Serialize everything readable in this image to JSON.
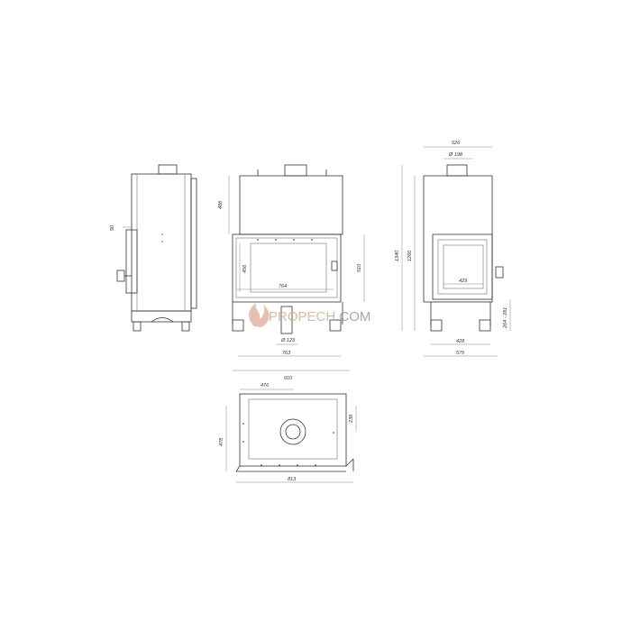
{
  "watermark": {
    "part1": "PROPECH",
    "part2": ".COM"
  },
  "dimensions": {
    "front": {
      "height_top": "486",
      "inner_height": "456",
      "inner_width": "764",
      "height_right": "510",
      "flue": "Ø 123",
      "base_width": "763",
      "total_width": "910"
    },
    "side_left": {
      "offset": "50"
    },
    "side_right": {
      "top_width": "526",
      "flue": "Ø 198",
      "total_height": "1340",
      "height": "1260",
      "inner_width": "429",
      "leg_range": "264 - 281",
      "base_width": "428",
      "total_width": "575"
    },
    "plan": {
      "top_width": "476",
      "depth_right": "238",
      "depth_left": "478",
      "total_width": "813"
    }
  },
  "colors": {
    "line": "#333333",
    "watermark_orange": "#c9a48c",
    "watermark_gray": "#8c8c8c"
  }
}
